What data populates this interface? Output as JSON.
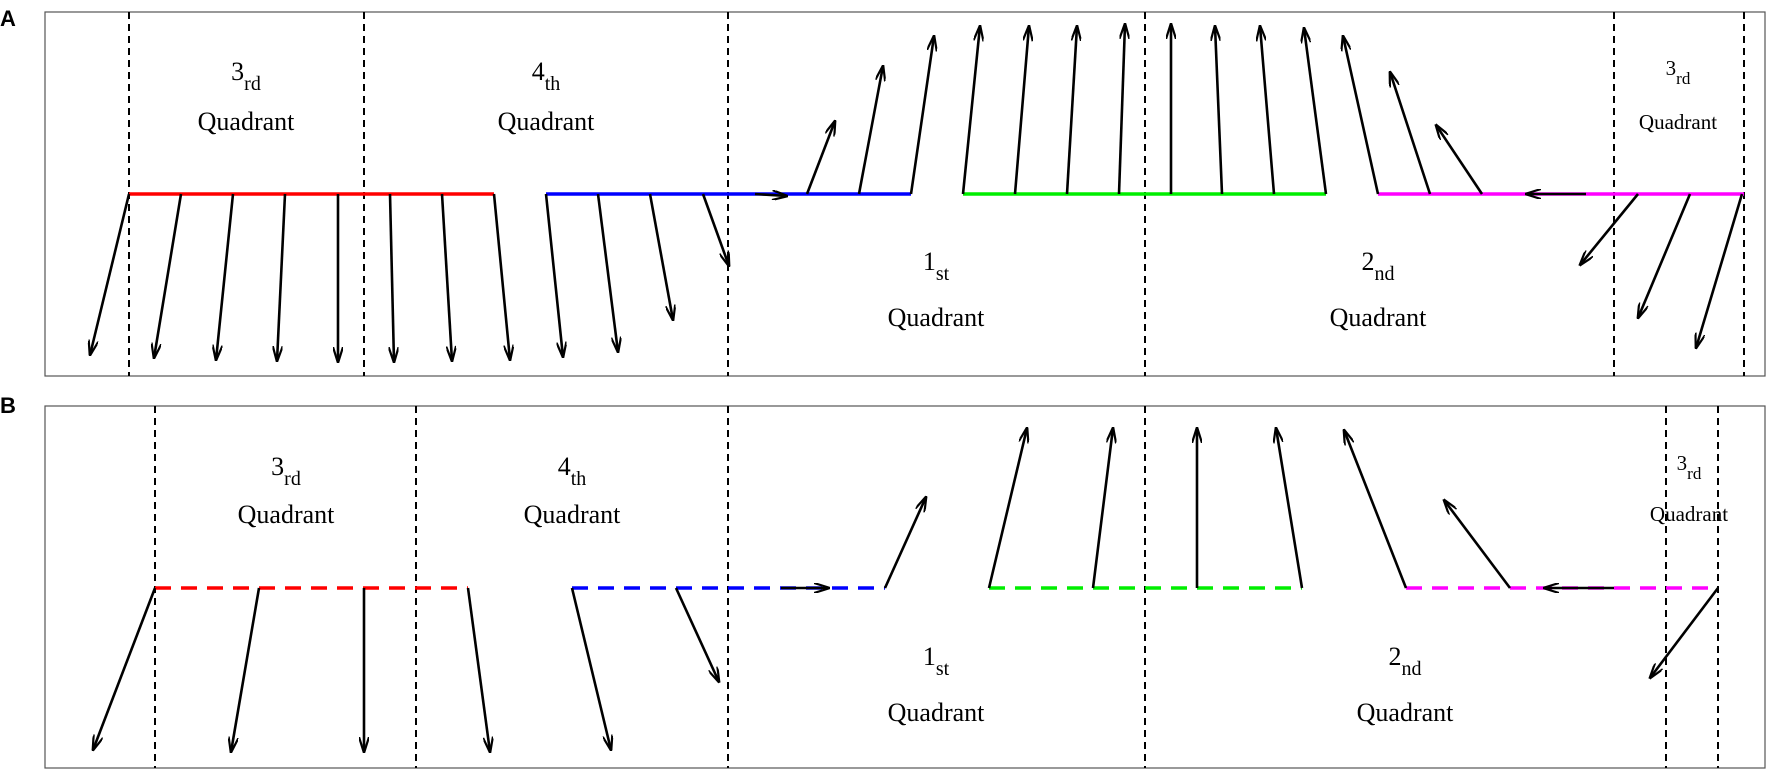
{
  "colors": {
    "frame": "#555555",
    "arrow": "#000000",
    "divider": "#000000",
    "quadrant_palette": {
      "1st": "#00ee00",
      "2nd": "#ff00ff",
      "3rd": "#ff0000",
      "4th": "#0000ff"
    }
  },
  "panels": [
    {
      "letter": "A",
      "line_style": "solid",
      "quadrant_labels": [
        {
          "num": "3",
          "sup": "rd",
          "word": "Quadrant"
        },
        {
          "num": "4",
          "sup": "th",
          "word": "Quadrant"
        },
        {
          "num": "1",
          "sup": "st",
          "word": "Quadrant"
        },
        {
          "num": "2",
          "sup": "nd",
          "word": "Quadrant"
        },
        {
          "num": "3",
          "sup": "rd",
          "word": "Quadrant"
        }
      ]
    },
    {
      "letter": "B",
      "line_style": "dashed",
      "quadrant_labels": [
        {
          "num": "3",
          "sup": "rd",
          "word": "Quadrant"
        },
        {
          "num": "4",
          "sup": "th",
          "word": "Quadrant"
        },
        {
          "num": "1",
          "sup": "st",
          "word": "Quadrant"
        },
        {
          "num": "2",
          "sup": "nd",
          "word": "Quadrant"
        },
        {
          "num": "3",
          "sup": "rd",
          "word": "Quadrant"
        }
      ]
    }
  ]
}
